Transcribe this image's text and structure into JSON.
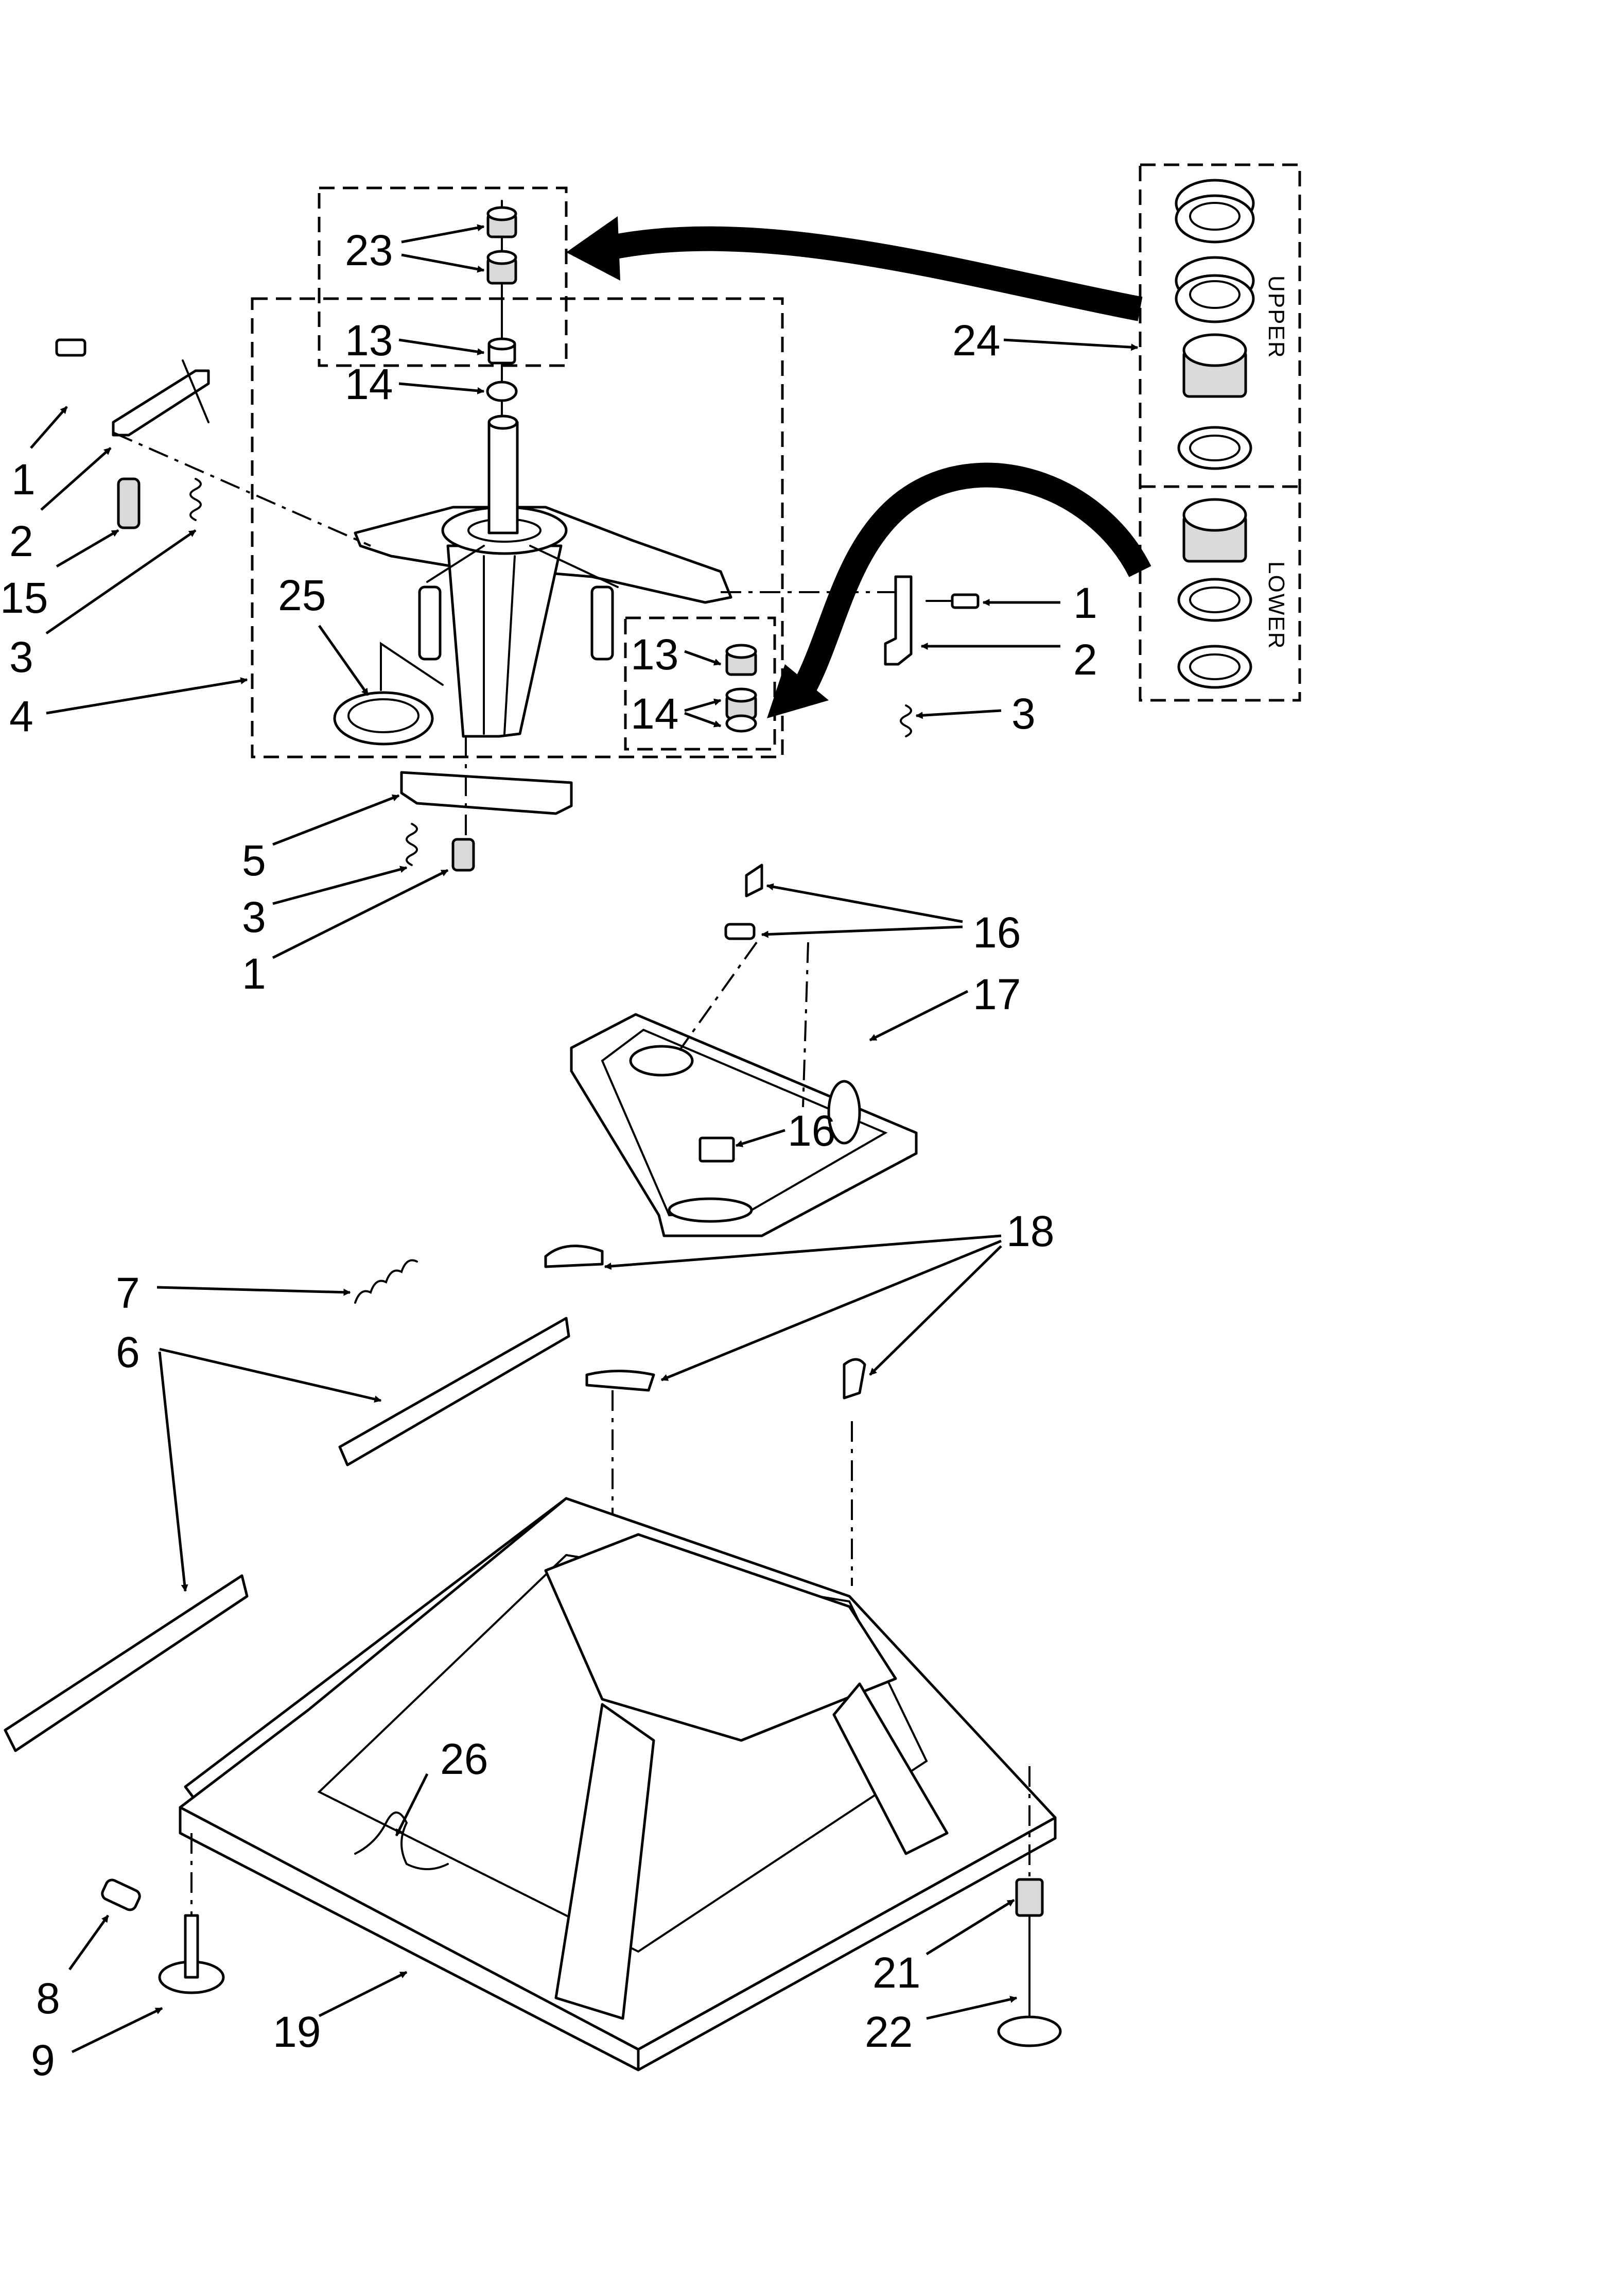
{
  "callouts": {
    "c1a": "1",
    "c2a": "2",
    "c15": "15",
    "c3a": "3",
    "c4": "4",
    "c25": "25",
    "c23": "23",
    "c13a": "13",
    "c14a": "14",
    "c13b": "13",
    "c14b": "14",
    "c1b": "1",
    "c2b": "2",
    "c3b": "3",
    "c24": "24",
    "c5": "5",
    "c3c": "3",
    "c1c": "1",
    "c16a": "16",
    "c17": "17",
    "c16b": "16",
    "c18": "18",
    "c7": "7",
    "c6": "6",
    "c26": "26",
    "c8": "8",
    "c9": "9",
    "c19": "19",
    "c21": "21",
    "c22": "22"
  },
  "kit_labels": {
    "upper": "UPPER",
    "lower": "LOWER"
  }
}
